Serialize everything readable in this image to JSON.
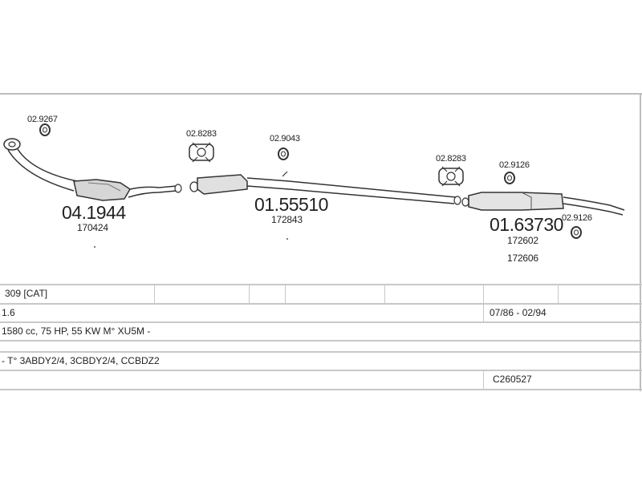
{
  "parts": {
    "p1": {
      "code": "04.1944",
      "sub": "170424"
    },
    "p2": {
      "code": "01.55510",
      "sub": "172843"
    },
    "p3": {
      "code": "01.63730",
      "sub1": "172602",
      "sub2": "172606"
    }
  },
  "fittings": {
    "f1": "02.9267",
    "f2": "02.8283",
    "f3": "02.9043",
    "f4": "02.8283",
    "f5": "02.9126",
    "f6": "02.9126"
  },
  "table": {
    "model": "309  [CAT]",
    "engine": "1.6",
    "years": "07/86 - 02/94",
    "spec": "1580 cc, 75 HP, 55 KW M° XU5M -",
    "types": "- T° 3ABDY2/4, 3CBDY2/4, CCBDZ2",
    "ref": "C260527"
  }
}
